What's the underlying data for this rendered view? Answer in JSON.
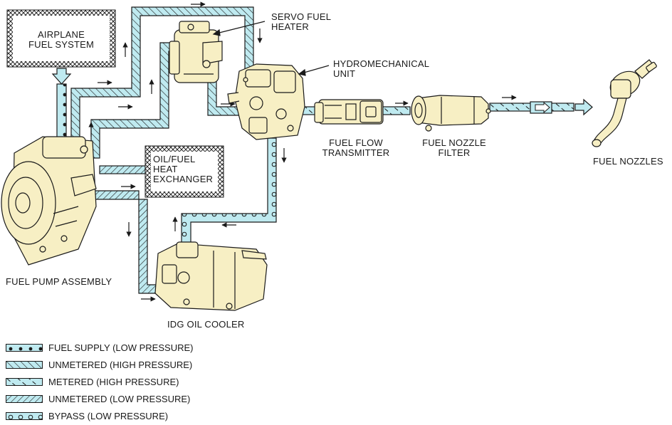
{
  "labels": {
    "airplane_fuel_system": "AIRPLANE\nFUEL SYSTEM",
    "servo_fuel_heater": "SERVO FUEL\nHEATER",
    "hydromechanical_unit": "HYDROMECHANICAL\nUNIT",
    "oil_fuel_heat_exchanger": "OIL/FUEL\nHEAT\nEXCHANGER",
    "fuel_flow_transmitter": "FUEL FLOW\nTRANSMITTER",
    "fuel_nozzle_filter": "FUEL NOZZLE\nFILTER",
    "fuel_nozzles": "FUEL NOZZLES",
    "fuel_pump_assembly": "FUEL PUMP ASSEMBLY",
    "idg_oil_cooler": "IDG OIL COOLER"
  },
  "legend": [
    {
      "pattern": "dots",
      "label": "FUEL SUPPLY (LOW PRESSURE)"
    },
    {
      "pattern": "hatch-fine",
      "label": "UNMETERED (HIGH PRESSURE)"
    },
    {
      "pattern": "dash",
      "label": "METERED (HIGH PRESSURE)"
    },
    {
      "pattern": "hatch-back",
      "label": "UNMETERED (LOW PRESSURE)"
    },
    {
      "pattern": "circles",
      "label": "BYPASS (LOW PRESSURE)"
    }
  ],
  "colors": {
    "pipe_fill": "#bfeaf0",
    "component_fill": "#f7efc4",
    "line": "#1a1a1a"
  }
}
